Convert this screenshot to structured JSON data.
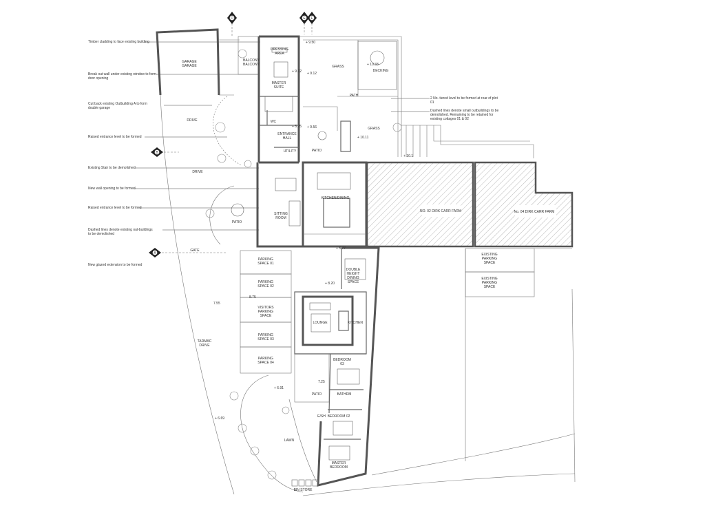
{
  "notes": [
    "Timber cladding to face existing building",
    "Break out wall under existing window to form\ndoor opening",
    "Cut back existing Outbuilding A to form\ndouble garage",
    "Raised entrance level to be formed",
    "Existing Stair to be demolished",
    "New wall opening to be formed",
    "Raised entrance level to be formed",
    "Dashed lines denote existing out-buildings\nto be demolished",
    "New glazed extension to be formed"
  ],
  "right_notes": [
    "2 No. tiered level to be formed at rear of plot\n01",
    "Dashed lines denote small outbuildings to be\ndemolished. Remaining to be retained for\nexisting cottages 01 & 02"
  ],
  "section_markers": [
    "D",
    "E",
    "F",
    "B",
    "A"
  ],
  "rooms": {
    "garage": "GARAGE\nGARAGE",
    "balcony": "BALCONY\nBALCONY",
    "dressing": "DRESSING\nAREA",
    "master_suite": "MASTER\nSUITE",
    "grass1": "GRASS",
    "decking": "DECKING",
    "path": "PATH",
    "grass2": "GRASS",
    "wc": "WC",
    "entrance_hall": "ENTRANCE\nHALL",
    "utility": "UTILITY",
    "patio1": "PATIO",
    "drive1": "DRIVE",
    "drive2": "DRIVE",
    "kitchen_dining": "KITCHEN/DINING",
    "sitting_room": "SITTING\nROOM",
    "patio2": "PATIO",
    "gate": "GATE",
    "no2": "NO. 02 DIRK CARR FARM",
    "no4": "No. 04 DIRK CARR FARM",
    "parking1": "PARKING\nSPACE 01",
    "parking2": "PARKING\nSPACE 02",
    "visitors": "VISITORS\nPARKING\nSPACE",
    "parking3": "PARKING\nSPACE 03",
    "parking4": "PARKING\nSPACE 04",
    "double_height": "DOUBLE\nHEIGHT\nDINING\nSPACE",
    "lounge": "LOUNGE",
    "kitchen2": "KITCHEN",
    "tarmac": "TARMAC\nDRIVE",
    "bedroom3": "BEDROOM\n03",
    "bathroom": "BATHRM",
    "patio3": "PATIO",
    "bedroom2": "BEDROOM 02",
    "ensuite": "E/SH",
    "master_bedroom": "MASTER\nBEDROOM",
    "lawn": "LAWN",
    "bin_store": "BIN STORE",
    "existing_parking1": "EXISTING\nPARKING\nSPACE",
    "existing_parking2": "EXISTING\nPARKING\nSPACE"
  },
  "levels": [
    "+ 9.50",
    "+ 9.12",
    "+ 10.33",
    "+ 9.12",
    "+ 9.12",
    "+ 8.75",
    "+ 9.56",
    "+ 10.11",
    "+ 10.1",
    "+ 8.77",
    "+ 8.20",
    "8.75",
    "7.55",
    "7.25",
    "+ 6.91",
    "+ 6.69"
  ]
}
